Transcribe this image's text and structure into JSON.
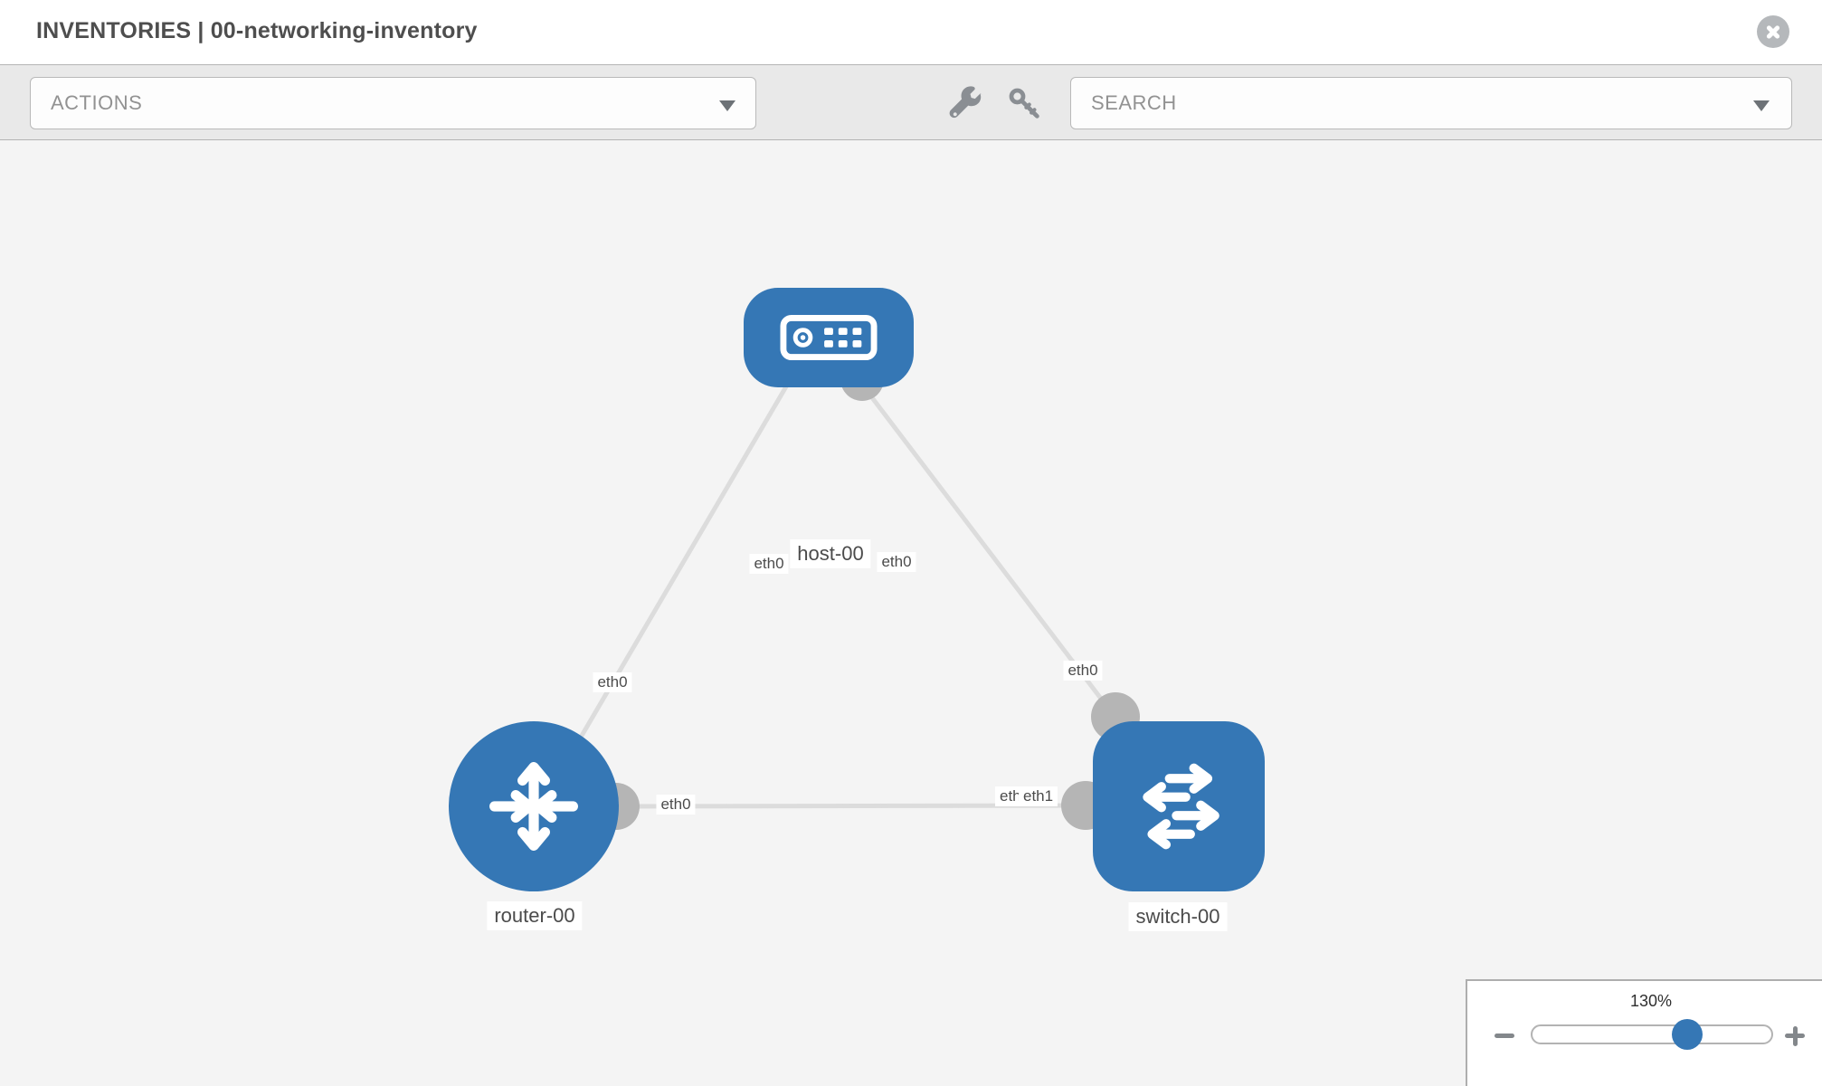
{
  "header": {
    "title": "INVENTORIES | 00-networking-inventory",
    "close_icon": "circle-x"
  },
  "toolbar": {
    "actions": {
      "placeholder": "ACTIONS"
    },
    "search": {
      "placeholder": "SEARCH"
    },
    "tools": [
      {
        "icon": "wrench-icon"
      },
      {
        "icon": "key-icon"
      }
    ]
  },
  "topology": {
    "nodes": [
      {
        "name": "host-00",
        "type": "host",
        "icon": "server-icon"
      },
      {
        "name": "router-00",
        "type": "router",
        "icon": "router-arrows-icon"
      },
      {
        "name": "switch-00",
        "type": "switch",
        "icon": "switch-arrows-icon"
      }
    ],
    "links": [
      {
        "source": "host-00",
        "source_interface": "eth0",
        "target": "router-00",
        "target_interface": "eth0"
      },
      {
        "source": "host-00",
        "source_interface": "eth0",
        "target": "switch-00",
        "target_interface": "eth0"
      },
      {
        "source": "router-00",
        "source_interface": "eth0",
        "target": "switch-00",
        "target_interface": "eth1"
      }
    ],
    "interface_labels": [
      {
        "text": "eth0"
      },
      {
        "text": "eth0"
      },
      {
        "text": "eth0"
      },
      {
        "text": "eth0"
      },
      {
        "text": "eth0"
      },
      {
        "text": "eth1"
      },
      {
        "text": "eth1"
      }
    ]
  },
  "zoom": {
    "value": "130%",
    "minus_icon": "zoom-out-icon",
    "plus_icon": "zoom-in-icon"
  },
  "colors": {
    "node_blue": "#3577b5",
    "edge_gray": "#dcdcdc",
    "port_gray": "#b5b5b5",
    "toolbar_gray": "#e9e9e9",
    "canvas_gray": "#f4f4f4",
    "title_gray": "#4e4e4e"
  }
}
